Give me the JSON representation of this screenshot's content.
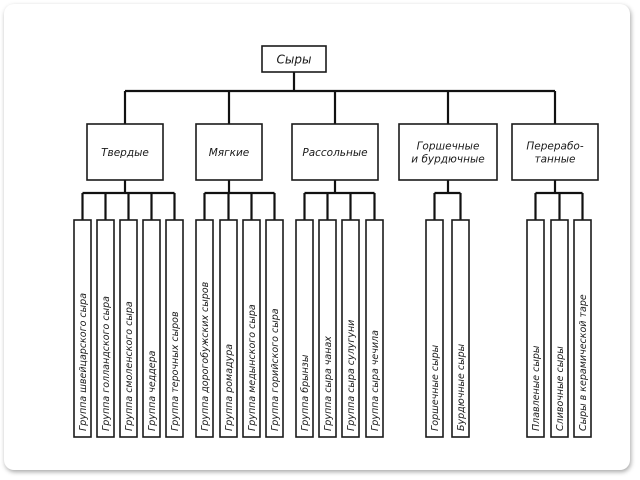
{
  "root": "Сыры",
  "categories": [
    {
      "label": [
        "Твердые"
      ],
      "items": [
        "Группа швейцарского сыра",
        "Группа голландского сыра",
        "Группа смоленского сыра",
        "Группа чеддера",
        "Группа терочных сыров"
      ]
    },
    {
      "label": [
        "Мягкие"
      ],
      "items": [
        "Группа дорогобужских сыров",
        "Группа ромадура",
        "Группа медынского сыра",
        "Группа горийского сыра"
      ]
    },
    {
      "label": [
        "Рассольные"
      ],
      "items": [
        "Группа брынзы",
        "Группа сыра чанах",
        "Группа сыра сулугуни",
        "Группа сыра чечила"
      ]
    },
    {
      "label": [
        "Горшечные",
        "и бурдючные"
      ],
      "items": [
        "Горшечные сыры",
        "Бурдючные сыры"
      ]
    },
    {
      "label": [
        "Перерабо-",
        "танные"
      ],
      "items": [
        "Плавленые сыры",
        "Сливочные сыры",
        "Сыры в керамической таре"
      ]
    }
  ]
}
